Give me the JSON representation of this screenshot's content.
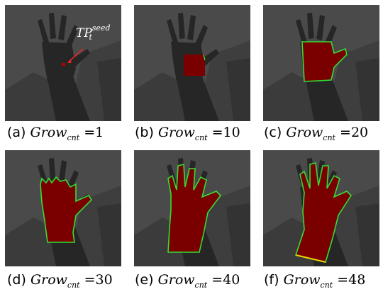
{
  "panels": [
    {
      "letter": "(a)",
      "var": "Grow",
      "sub": "cnt",
      "eq": "=",
      "value": "1"
    },
    {
      "letter": "(b)",
      "var": "Grow",
      "sub": "cnt",
      "eq": "=",
      "value": "10"
    },
    {
      "letter": "(c)",
      "var": "Grow",
      "sub": "cnt",
      "eq": "=",
      "value": "20"
    },
    {
      "letter": "(d)",
      "var": "Grow",
      "sub": "cnt",
      "eq": "=",
      "value": "30"
    },
    {
      "letter": "(e)",
      "var": "Grow",
      "sub": "cnt",
      "eq": "=",
      "value": "40"
    },
    {
      "letter": "(f)",
      "var": "Grow",
      "sub": "cnt",
      "eq": "=",
      "value": "48"
    }
  ],
  "annotation": {
    "base": "TP",
    "sup": "seed",
    "sub": "t"
  },
  "colors": {
    "background": "#4a4a4a",
    "depth_mid": "#3a3a3a",
    "arm": "#262626",
    "region": "#7a0000",
    "contour": "#33dd33",
    "contour_alt": "#e8d400",
    "arrow": "#ff2020"
  }
}
